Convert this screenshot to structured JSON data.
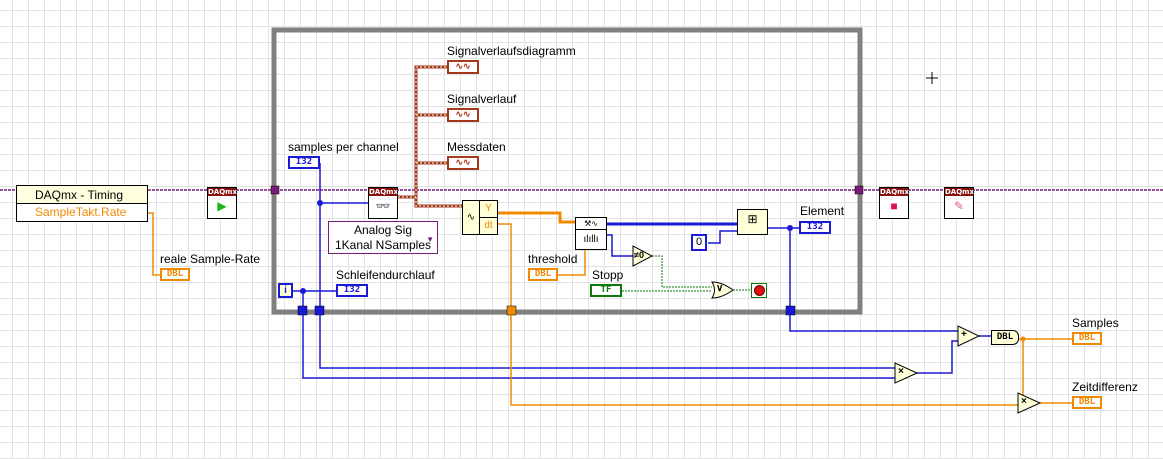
{
  "diagram": {
    "timing_node": {
      "title": "DAQmx - Timing",
      "property": "SampleTakt.Rate"
    },
    "daqmx_vis": {
      "start": "DAQmx",
      "read": "DAQmx",
      "stop": "DAQmx",
      "clear": "DAQmx"
    },
    "read_polymorphic": {
      "line1": "Analog Sig",
      "line2": "1Kanal NSamples"
    },
    "labels": {
      "reale_sample_rate": "reale Sample-Rate",
      "samples_per_channel": "samples per channel",
      "schleifendurchlauf": "Schleifendurchlauf",
      "signalverlaufsdiagramm": "Signalverlaufsdiagramm",
      "signalverlauf": "Signalverlauf",
      "messdaten": "Messdaten",
      "threshold": "threshold",
      "stopp": "Stopp",
      "element": "Element",
      "samples": "Samples",
      "zeitdifferenz": "Zeitdifferenz"
    },
    "terminal_types": {
      "dbl": "DBL",
      "i32": "I32",
      "tf": "TF"
    },
    "constants": {
      "index_zero": "0"
    },
    "iteration_terminal": "i",
    "waveform_component": {
      "y": "Y",
      "dt": "dt"
    },
    "ops": {
      "not_equal_zero": "≠0",
      "or": "∨",
      "add": "+",
      "multiply": "×",
      "to_double": "DBL"
    },
    "colors": {
      "numeric_dbl": "#f08a00",
      "numeric_int": "#1a1ad6",
      "waveform": "#a33a1a",
      "boolean": "#0a7a0a",
      "task_wire": "#7a1a7a",
      "loop_frame": "#808080"
    }
  }
}
